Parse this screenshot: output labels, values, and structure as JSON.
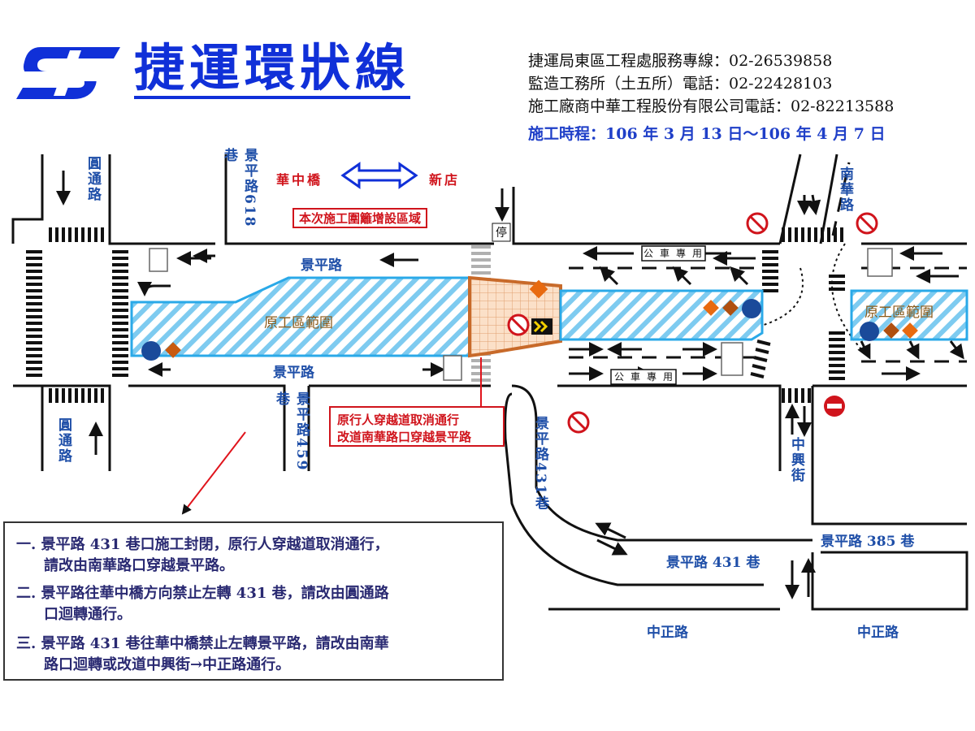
{
  "header": {
    "title": "捷運環狀線",
    "contacts": [
      "捷運局東區工程處服務專線：02-26539858",
      "監造工務所（土五所）電話：02-22428103",
      "施工廠商中華工程股份有限公司電話：02-82213588"
    ],
    "schedule": "施工時程：106 年 3 月 13 日～106 年 4 月 7 日"
  },
  "map": {
    "streets": {
      "yuantong_top": "圓通路",
      "yuantong_bottom": "圓通路",
      "jingping_618": "景平路618巷",
      "jingping_459": "景平路459巷",
      "jingping_431_v": "景平路431巷",
      "jingping_431_h": "景平路 431 巷",
      "jingping_385": "景平路 385 巷",
      "jingping_top": "景平路",
      "jingping_bottom": "景平路",
      "nanhua": "南華路",
      "zhongxing": "中興街",
      "zhongzheng_left": "中正路",
      "zhongzheng_right": "中正路"
    },
    "direction": {
      "left": "華中橋",
      "right": "新店"
    },
    "area_note": "本次施工圍籬增設區域",
    "zone_left": "原工區範圍",
    "zone_right": "原工區範圍",
    "bus_lane_top": "公車專用",
    "bus_lane_bottom": "公車專用",
    "stop_label": "停",
    "callout": [
      "原行人穿越道取消通行",
      "改道南華路口穿越景平路"
    ],
    "colors": {
      "zone_fill": "#7ecbf0",
      "zone_stroke": "#2aa9e8",
      "new_area": "#c86a2a",
      "brand_blue": "#1030d8",
      "alert_red": "#d0141c"
    },
    "icons": [
      "mrt-logo-icon",
      "no-left-turn-icon",
      "no-entry-icon",
      "keep-right-icon",
      "chevron-warning-icon",
      "construction-diamond-icon",
      "traffic-signal-icon"
    ]
  },
  "notices": [
    "一. 景平路 431 巷口施工封閉，原行人穿越道取消通行，",
    "請改由南華路口穿越景平路。",
    "二. 景平路往華中橋方向禁止左轉 431 巷，請改由圓通路",
    "口迴轉通行。",
    "三. 景平路 431 巷往華中橋禁止左轉景平路，請改由南華",
    "路口迴轉或改道中興街→中正路通行。"
  ]
}
